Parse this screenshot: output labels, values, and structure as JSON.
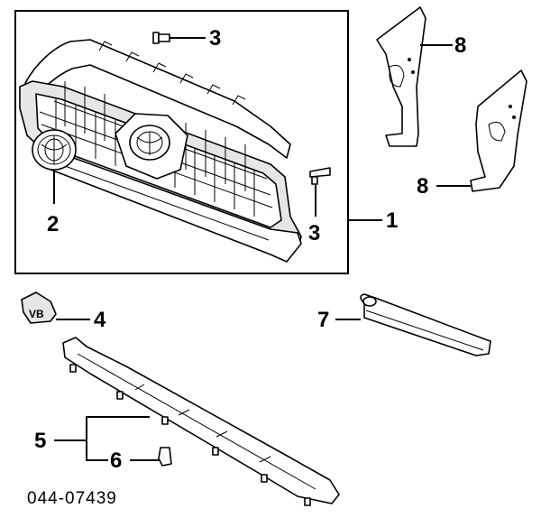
{
  "diagram": {
    "callouts": {
      "c1": "1",
      "c2": "2",
      "c3a": "3",
      "c3b": "3",
      "c4": "4",
      "c5": "5",
      "c6": "6",
      "c7": "7",
      "c8a": "8",
      "c8b": "8"
    },
    "diagram_code": "044-07439",
    "emblem_text": "VB"
  }
}
